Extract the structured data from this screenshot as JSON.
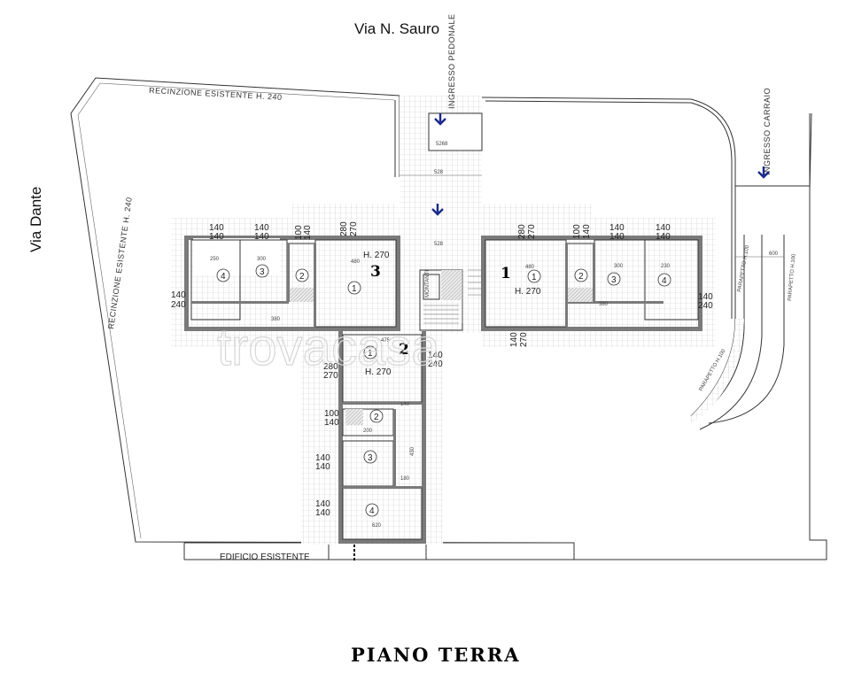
{
  "streets": {
    "north": "Via N. Sauro",
    "west": "Via Dante"
  },
  "labels": {
    "fence": "RECINZIONE ESISTENTE H. 240",
    "fence_west": "RECINZIONE ESISTENTE H. 240",
    "pedestrian_entrance": "INGRESSO PEDONALE",
    "vehicle_entrance": "INGRESSO CARRAIO",
    "existing_building": "EDIFICIO ESISTENTE",
    "elevator": "MONTANTI",
    "ramp1": "PARAPETTO H.100",
    "ramp2": "PARAPETTO H.100",
    "ramp3": "PARAPETTO H.100"
  },
  "units": {
    "u1": {
      "number": "1",
      "height": "H. 270"
    },
    "u2": {
      "number": "2",
      "height": "H. 270"
    },
    "u3": {
      "number": "3",
      "height": "H. 270"
    }
  },
  "windows": {
    "w140": "140",
    "w240": "240",
    "w270": "270",
    "w280": "280",
    "w100": "100"
  },
  "room_numbers": [
    "1",
    "2",
    "3",
    "4"
  ],
  "dims": {
    "d528": "528",
    "d475": "475",
    "d480": "480",
    "d300": "300",
    "d230": "230",
    "d620": "620",
    "d250": "250",
    "d380": "380",
    "d200": "200",
    "d180": "180",
    "d140": "140",
    "d600": "600",
    "d430": "430"
  },
  "title": "PIANO TERRA",
  "watermark": "trovacasa"
}
